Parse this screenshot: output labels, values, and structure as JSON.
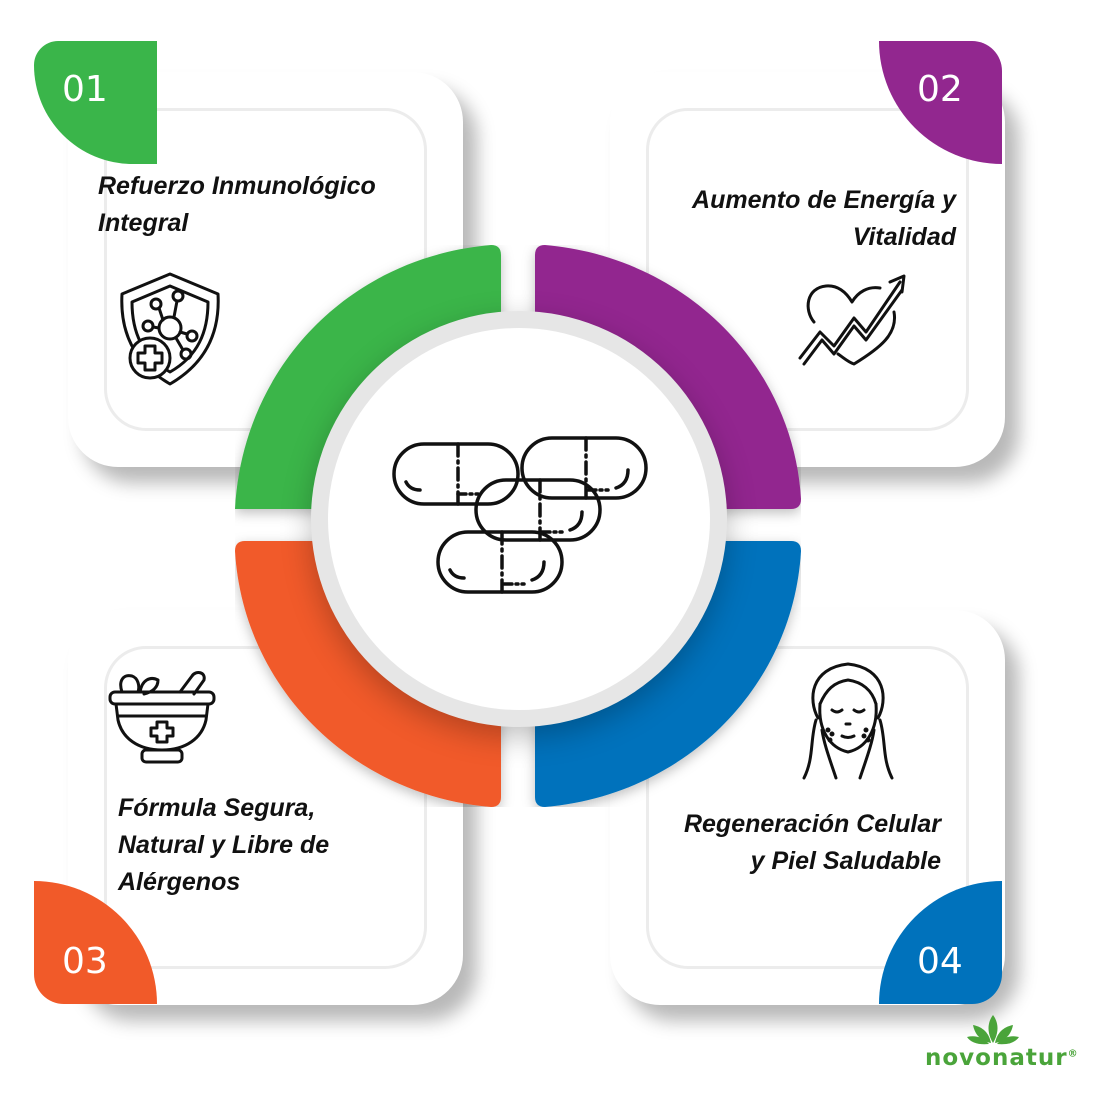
{
  "colors": {
    "green": "#3ab54a",
    "purple": "#92278f",
    "orange": "#f15a29",
    "blue": "#0072bc",
    "logo_green": "#4aa43a"
  },
  "center": {
    "icon": "capsules-icon"
  },
  "cards": [
    {
      "number": "01",
      "title_line1": "Refuerzo Inmunológico",
      "title_line2": "Integral",
      "icon": "shield-molecule-plus-icon",
      "color": "#3ab54a"
    },
    {
      "number": "02",
      "title_line1": "Aumento de Energía y",
      "title_line2": "Vitalidad",
      "icon": "heart-rising-arrow-icon",
      "color": "#92278f"
    },
    {
      "number": "03",
      "title_line1": "Fórmula Segura,",
      "title_line2": "Natural y Libre de",
      "title_line3": "Alérgenos",
      "icon": "mortar-pestle-herbs-icon",
      "color": "#f15a29"
    },
    {
      "number": "04",
      "title_line1": "Regeneración Celular",
      "title_line2": "y Piel Saludable",
      "icon": "face-skincare-icon",
      "color": "#0072bc"
    }
  ],
  "brand": {
    "name": "novonatur",
    "mark": "®",
    "icon": "leaf-sprout-icon"
  }
}
